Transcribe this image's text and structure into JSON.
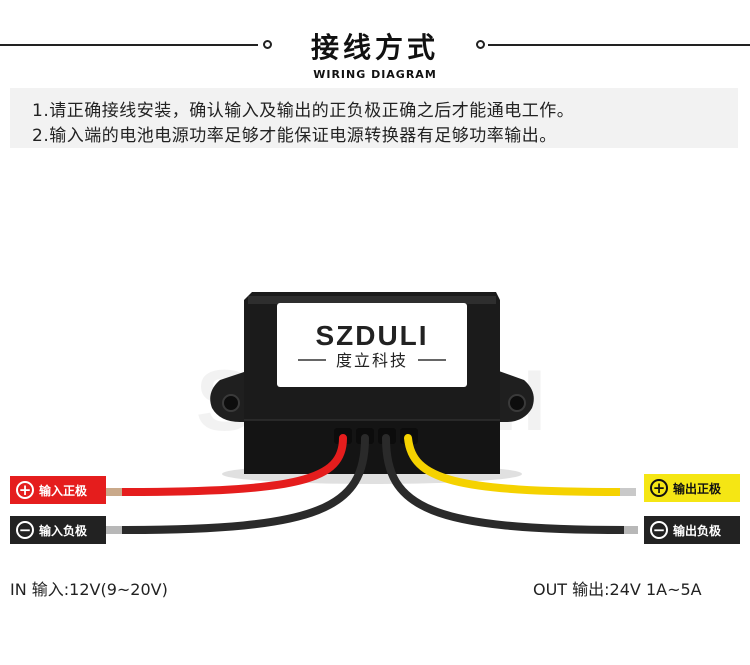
{
  "header": {
    "title": "接线方式",
    "subtitle": "WIRING DIAGRAM"
  },
  "instructions": {
    "line1": "1.请正确接线安装，确认输入及输出的正负极正确之后才能通电工作。",
    "line2": "2.输入端的电池电源功率足够才能保证电源转换器有足够功率输出。"
  },
  "device": {
    "brand": "SZDULI",
    "brand_cn": "度立科技",
    "watermark": "SZDULI"
  },
  "labels": {
    "in_positive": "输入正极",
    "in_negative": "输入负极",
    "out_positive": "输出正极",
    "out_negative": "输出负极",
    "plus_symbol": "+",
    "minus_symbol": "−"
  },
  "specs": {
    "input": "IN 输入:12V(9~20V)",
    "output": "OUT 输出:24V 1A~5A"
  },
  "colors": {
    "red_wire": "#e51d1d",
    "yellow_wire": "#f5d200",
    "black_wire": "#2a2a2a",
    "accent": "#e51d1d"
  }
}
